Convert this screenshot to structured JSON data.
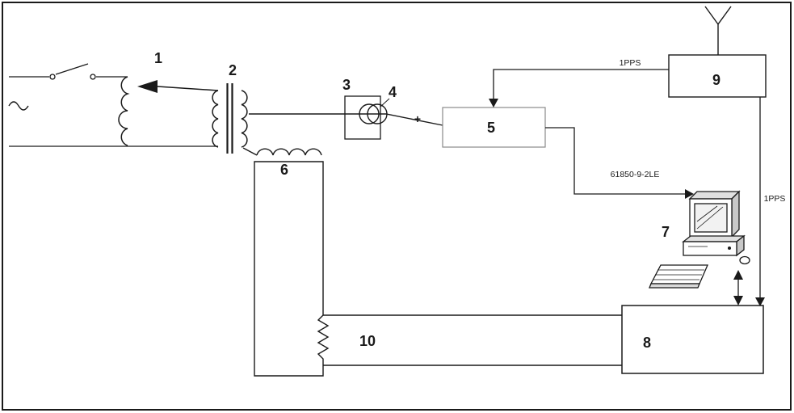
{
  "diagram": {
    "labels": {
      "n1": "1",
      "n2": "2",
      "n3": "3",
      "n4": "4",
      "n5": "5",
      "n6": "6",
      "n7": "7",
      "n8": "8",
      "n9": "9",
      "n10": "10"
    },
    "annotations": {
      "pps_top": "1PPS",
      "pps_right": "1PPS",
      "protocol": "61850-9-2LE",
      "polarity_mark": "+"
    },
    "colors": {
      "ink": "#1a1a1a",
      "light_box": "#8a8a8a"
    }
  }
}
